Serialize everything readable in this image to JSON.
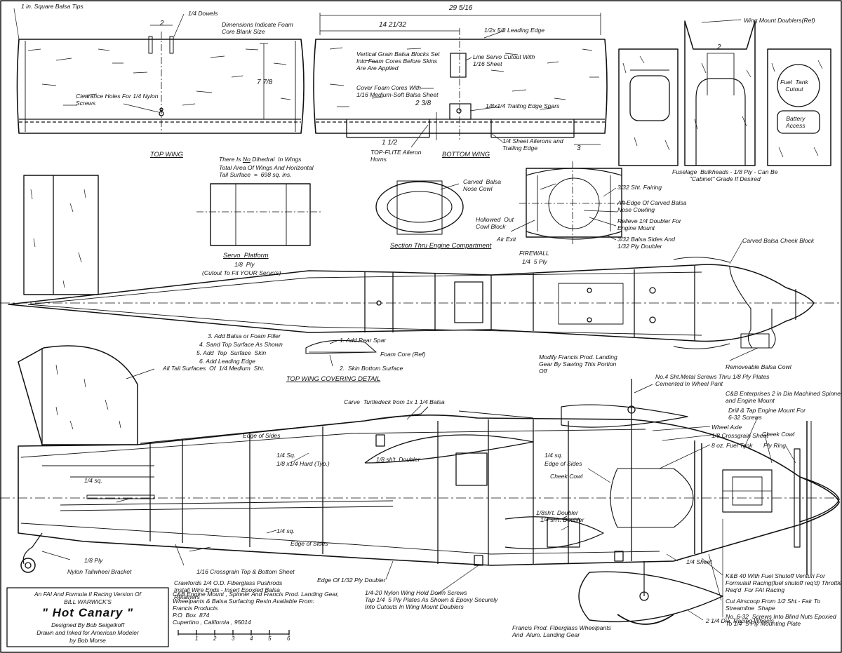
{
  "top_wing": {
    "caption": "TOP WING",
    "tips": "1 in. Square Balsa Tips",
    "dowels": "1/4 Dowels",
    "dowel_spacing": "2",
    "dimensions_note": "Dimensions Indicate Foam\nCore Blank Size",
    "clearance": "Clearance Holes For 1/4 Nylon\nScrews",
    "chord": "7 7/8"
  },
  "bottom_wing": {
    "caption": "BOTTOM WING",
    "span": "29 5/16",
    "half": "14 21/32",
    "leading_edge": "1/2x 5/8 Leading Edge",
    "vertical_grain": "Vertical Grain Balsa Blocks Set\nInto Foam Cores Before Skins\nAre Are Applied",
    "servo_cutout": "Line Servo Cutout With\n1/16 Sheet",
    "cover": "Cover Foam Cores With\n1/16 Medium-Soft Balsa Sheet",
    "dim_238": "2 3/8",
    "trailing_spars": "1/8x1/4 Trailing Edge Spars",
    "dim_112": "1 1/2",
    "aileron_horns": "TOP-FLITE Aileron\nHorns",
    "sheet_ailerons": "1/4 Sheet Ailerons and\nTrailing Edge",
    "dim_3": "3"
  },
  "bulkheads": {
    "doublers": "Wing Mount Doublers(Ref)",
    "dim_2": "2",
    "fuel_tank": "Fuel  Tank\nCutout",
    "battery": "Battery\nAccess",
    "note": "Fuselage  Bulkheads - 1/8 Ply - Can Be\n\"Cabinet\" Grade If Desired"
  },
  "wing_notes": {
    "dihedral_pre": "There Is ",
    "dihedral_no": "No",
    "dihedral_post": " Dihedral  In Wings",
    "area": "Total Area Of Wings And Horizontal\nTail Surface  =  698 sq. ins."
  },
  "servo_platform": {
    "caption": "Servo  Platform",
    "material": "1/8  Ply",
    "note": "(Cutout To Fit YOUR Servo's)"
  },
  "engine_section": {
    "caption": "Section Thru Engine Compartment",
    "nose_cowl": "Carved  Balsa\nNose Cowl",
    "hollowed": "Hollowed  Out\nCowl Block",
    "air_exit": "Air Exit",
    "fairing": "3/32 Sht. Fairing",
    "aft_edge": "Aft Edge Of Carved Balsa\nNose Cowling",
    "relieve": "Relieve 1/4 Doubler For\nEngine Mount",
    "sides": "3/32 Balsa Sides And\n1/32 Ply Doubler",
    "firewall": "FIREWALL",
    "firewall_ply": "1/4  5 Ply"
  },
  "top_view": {
    "cheek_block": "Carved Balsa Cheek Block",
    "modify_gear": "Modify Francis Prod. Landing\nGear By Sawing This Portion\nOff",
    "removeable_cowl": "Removeable Balsa Cowl"
  },
  "covering_detail": {
    "caption": "TOP WING COVERING DETAIL",
    "step3": "3. Add Balsa or Foam Filler",
    "step4": "4. Sand Top Surface As Shown",
    "step5": "5. Add  Top  Surface  Skin",
    "step6": "6. Add Leading Edge",
    "step1": "1. Add Rear Spar",
    "foam": "Foam Core (Ref)",
    "step2": "2.  Skin Bottom Surface"
  },
  "side_view": {
    "tail_surfaces": "All Tail Surfaces  Of  1/4 Medium  Sht.",
    "turtledeck": "Carve  Turtledeck from 1x 1 1/4 Balsa",
    "wheel_pant": "No.4 Sht.Metal Screws Thru 1/8 Ply Plates\nCemented In Wheel Pant",
    "spinner": "C&B Enterprises 2 in Dia Machined Spinner\nand Engine Mount",
    "drill_tap": "Drill & Tap Engine Mount For\n6-32 Screws",
    "wheel_axle": "Wheel Axle",
    "crossgrain": "1/8 Crossgrain Sheet",
    "fuel_tank": "8 oz. Fuel Tank",
    "cheek_cowl_r": "Cheek Cowl",
    "ply_ring": "Ply Ring",
    "edge_sides_top": "Edge of Sides",
    "sq14_top": "1/4 Sq.",
    "hard": "1/8 x1/4 Hard (Typ.)",
    "sht_doubler_a": "1/8 sh't. Doubler",
    "sq14_mid": "1/4 sq.",
    "edge_sides_mid": "Edge of Sides",
    "cheek_cowl_l": "Cheek Cowl",
    "sq14_left": "1/4 sq.",
    "sht_doubler_b": "1/8sh't. Doubler",
    "sht_doubler_c": "1/4 sh't. Doubler",
    "sq14_low": "1/4 sq.",
    "edge_sides_low": "Edge of Sides",
    "ply18": "1/8 Ply",
    "tailwheel": "Nylon Tailwheel Bracket",
    "crossgrain_bottom": "1/16 Crossgrain Top & Bottom Sheet",
    "pushrods": "Crawfords 1/4 O.D. Fiberglass Pushrods\nInstall Wire Ends - Insert Epoxied Balsa\nRetainers",
    "edge_ply": "Edge Of 1/32 Ply Doubler",
    "hold_down": "1/4-20 Nylon Wing Hold Down Screws\nTap 1/4  5 Ply Plates As Shown & Epoxy Securely\nInto Cutouts In Wing Mount Doublers",
    "sheet14": "1/4 Sheet",
    "engine": "K&B 40 With Fuel Shutoff Venturi For\nFormulaII Racing(fuel shutoff req'd) Throttle\nReq'd  For FAI Racing",
    "airscoop": "Cut Airscoop From 1/2 Sht.- Fair To\nStreamline  Shape",
    "blind_nuts": "No. 6-32  Screws Into Blind Nuts Epoxied\nTo 1/4  5 Ply Mounting Plate",
    "racing_wheels": "2 1/4 Dia. Racing Wheels",
    "wheelpants": "Francis Prod. Fiberglass Wheelpants\nAnd  Alum. Landing Gear"
  },
  "sources": {
    "text": "C&B Engine Mount , Spinner And Francis Prod. Landing Gear,\nWheelpants & Balsa Surfacing Resin Available From:\nFrancis Products\nP.O  Box  874\nCupertino , California , 95014"
  },
  "title_block": {
    "line1": "An FAI And Formula II Racing Version Of",
    "line2": "BILL WARWICK'S",
    "title": "\" Hot Canary \"",
    "designed": "Designed By Bob Seigelkoff",
    "drawn": "Drawn and Inked for American Modeler",
    "by": "by Bob Morse"
  },
  "scale": {
    "ticks": [
      "1",
      "2",
      "3",
      "4",
      "5",
      "6"
    ]
  }
}
